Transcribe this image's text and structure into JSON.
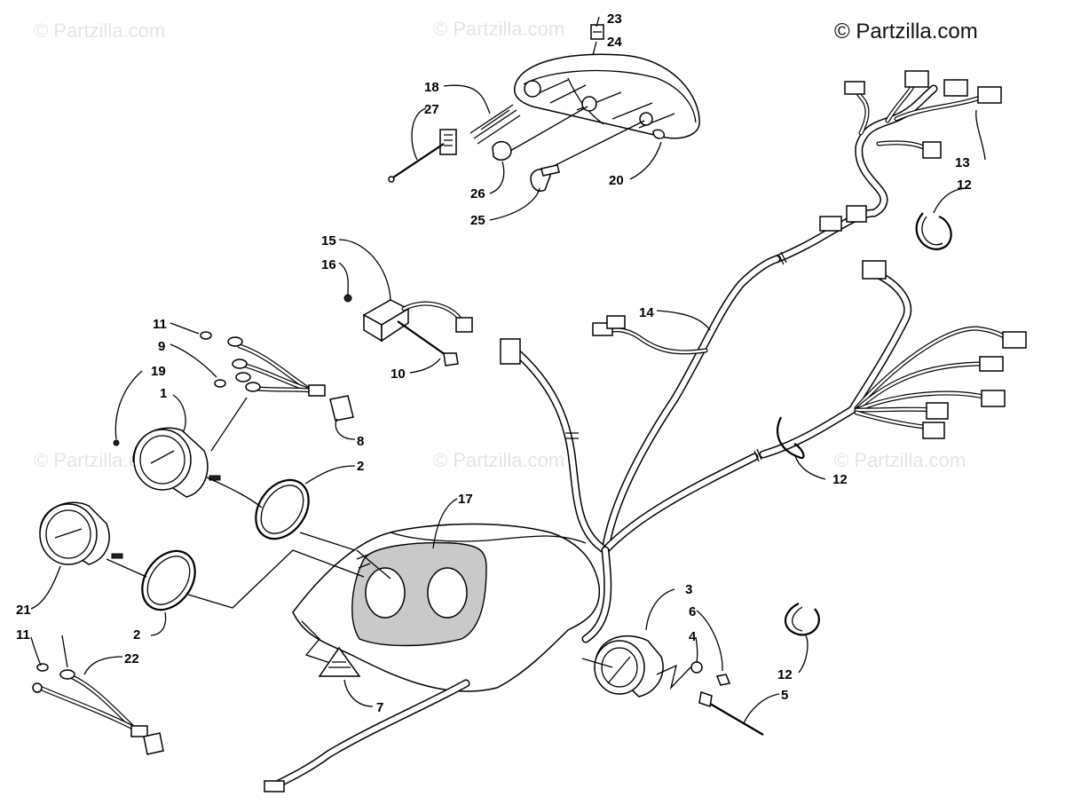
{
  "watermarks": [
    "© Partzilla.com",
    "© Partzilla.com",
    "© Partzilla.com",
    "© Partzilla.com",
    "© Partzilla.com"
  ],
  "copyright": "© Partzilla.com",
  "callouts": {
    "c23": "23",
    "c24": "24",
    "c18": "18",
    "c27": "27",
    "c26": "26",
    "c25": "25",
    "c20": "20",
    "c13": "13",
    "c12a": "12",
    "c15": "15",
    "c16": "16",
    "c10": "10",
    "c14": "14",
    "c11a": "11",
    "c9": "9",
    "c19": "19",
    "c1": "1",
    "c8": "8",
    "c2a": "2",
    "c17": "17",
    "c12b": "12",
    "c21": "21",
    "c11b": "11",
    "c22": "22",
    "c2b": "2",
    "c7": "7",
    "c3": "3",
    "c6": "6",
    "c4": "4",
    "c5": "5",
    "c12c": "12"
  }
}
